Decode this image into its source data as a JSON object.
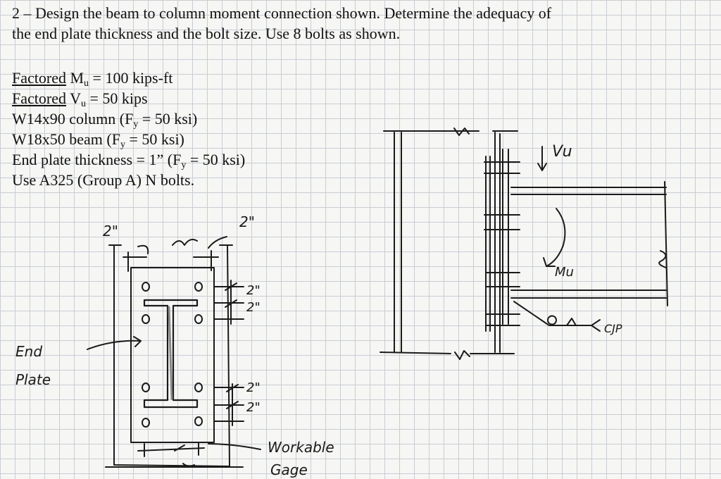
{
  "problem": {
    "line1": "2 – Design the beam to column moment connection shown. Determine the adequacy of",
    "line2": "the end plate thickness and the bolt size. Use 8 bolts as shown."
  },
  "givens": {
    "mu_label": "Factored",
    "mu_sym": "M",
    "mu_sub": "u",
    "mu_value": " = 100 kips-ft",
    "vu_label": "Factored",
    "vu_sym": "V",
    "vu_sub": "u",
    "vu_value": " = 50 kips",
    "column_text": "W14x90 column (F",
    "column_sub": "y",
    "column_end": " = 50 ksi)",
    "beam_text": "W18x50 beam (F",
    "beam_sub": "y",
    "beam_end": " = 50 ksi)",
    "plate_text": "End plate thickness = 1” (F",
    "plate_sub": "y",
    "plate_end": " = 50 ksi)",
    "bolts_text": "Use A325 (Group A) N bolts."
  },
  "sketch": {
    "dim_top_left": "2\"",
    "dim_top_right": "2\"",
    "dim_side_1": "2\"",
    "dim_side_2": "2\"",
    "dim_side_3": "2\"",
    "dim_side_4": "2\"",
    "end_plate_1": "End",
    "end_plate_2": "Plate",
    "workable_1": "Workable",
    "workable_2": "Gage",
    "vu_label": "Vu",
    "mu_label": "Mu",
    "csp_label": "CJP"
  }
}
